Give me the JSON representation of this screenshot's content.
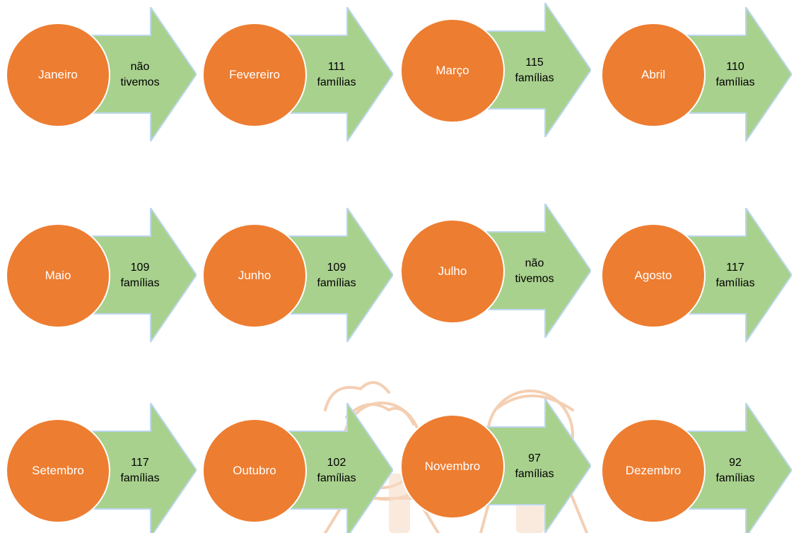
{
  "colors": {
    "circle_fill": "#ed7d31",
    "arrow_fill": "#a9d18e",
    "arrow_stroke": "#bdd7ee",
    "text_on_circle": "#ffffff",
    "text_on_arrow": "#000000",
    "watermark": "#f4cfb3"
  },
  "months": [
    {
      "month": "Janeiro",
      "line1": "não",
      "line2": "tivemos"
    },
    {
      "month": "Fevereiro",
      "line1": "111",
      "line2": "famílias"
    },
    {
      "month": "Março",
      "line1": "115",
      "line2": "famílias"
    },
    {
      "month": "Abril",
      "line1": "110",
      "line2": "famílias"
    },
    {
      "month": "Maio",
      "line1": "109",
      "line2": "famílias"
    },
    {
      "month": "Junho",
      "line1": "109",
      "line2": "famílias"
    },
    {
      "month": "Julho",
      "line1": "não",
      "line2": "tivemos"
    },
    {
      "month": "Agosto",
      "line1": "117",
      "line2": "famílias"
    },
    {
      "month": "Setembro",
      "line1": "117",
      "line2": "famílias"
    },
    {
      "month": "Outubro",
      "line1": "102",
      "line2": "famílias"
    },
    {
      "month": "Novembro",
      "line1": "97",
      "line2": "famílias"
    },
    {
      "month": "Dezembro",
      "line1": "92",
      "line2": "famílias"
    }
  ]
}
